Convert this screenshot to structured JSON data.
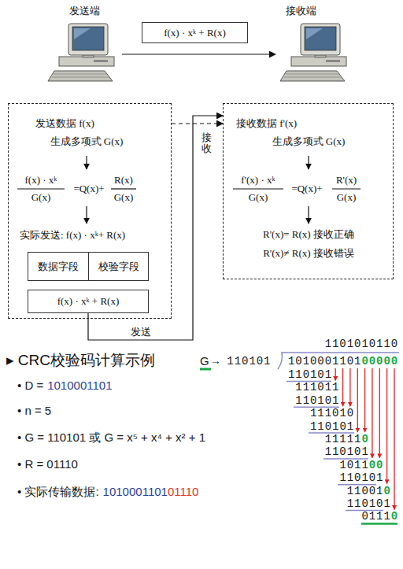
{
  "diagram": {
    "nodes": [
      {
        "text": [
          "发送端"
        ]
      },
      {
        "text": [
          "f(x) · xᵏ + R(x)"
        ]
      },
      {
        "text": [
          "接收端"
        ]
      },
      {
        "text": [
          "发送数据 f(x)",
          "生成多项式 G(x)",
          "f(x) · xᵏ",
          "G(x)",
          "=Q(x)+",
          "R(x)",
          "G(x)",
          "实际发送: f(x) · xᵏ+ R(x)"
        ]
      },
      {
        "text": [
          "数据字段"
        ],
        "in": 3
      },
      {
        "text": [
          "校验字段"
        ],
        "in": 3
      },
      {
        "text": [
          "f(x) · xᵏ + R(x)"
        ],
        "in": 3
      },
      {
        "text": [
          "接收数据 f'(x)",
          "生成多项式 G(x)",
          "f'(x) · xᵏ",
          "G(x)",
          "=Q(x)+",
          "R'(x)",
          "G(x)",
          "R'(x)= R(x) 接收正确",
          "R'(x)≠ R(x) 接收错误"
        ]
      }
    ],
    "edges": [
      {
        "from": 0,
        "to": 2,
        "arrow": "to"
      },
      {
        "from": 3,
        "to": 7,
        "arrow": "to"
      },
      {
        "from": 6,
        "to": 7,
        "label": "发送",
        "arrow": "to"
      }
    ],
    "labels": [
      "接收",
      "▸ CRC校验码计算示例",
      "• D =",
      "1010001101",
      "• n = 5",
      "• G = 110101 或 G = x⁵ + x⁴ + x² + 1",
      "• R = 01110",
      "• 实际传输数据:",
      "1010001101",
      "01110",
      "1101010110",
      "G",
      "→ 110101",
      "1010001101",
      "00000",
      "110101",
      "111011",
      "110101",
      "111010",
      "110101",
      "11111",
      "0",
      "110101",
      "1011",
      "00",
      "110101",
      "11001",
      "0",
      "110101",
      "0111",
      "0"
    ]
  }
}
